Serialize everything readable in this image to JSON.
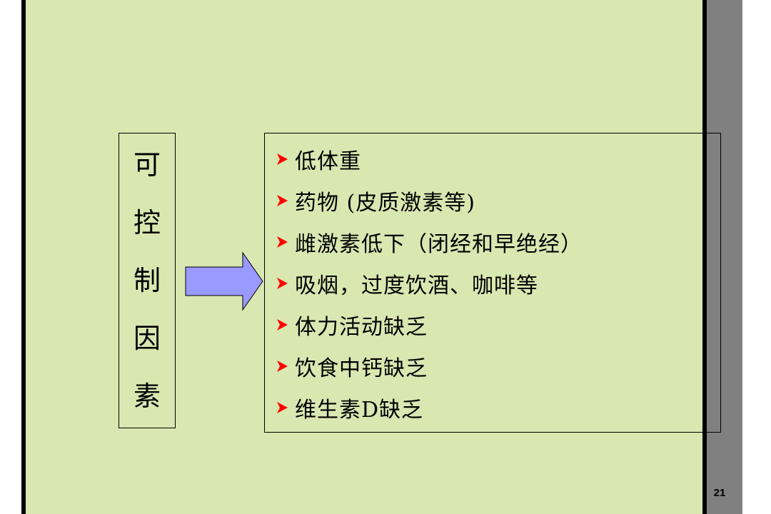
{
  "left_label": [
    "可",
    "控",
    "制",
    "因",
    "素"
  ],
  "factors": [
    "低体重",
    "药物 (皮质激素等)",
    "雌激素低下（闭经和早绝经）",
    "吸烟，过度饮酒、咖啡等",
    "体力活动缺乏",
    "饮食中钙缺乏",
    "维生素D缺乏"
  ],
  "page_number": "21",
  "colors": {
    "background": "#d9e7b1",
    "arrow_fill": "#9999ff",
    "bullet": "#ff0000",
    "side_strip": "#808080"
  },
  "icons": {
    "arrow": "right-arrow-icon",
    "bullet": "triangle-bullet-icon"
  }
}
